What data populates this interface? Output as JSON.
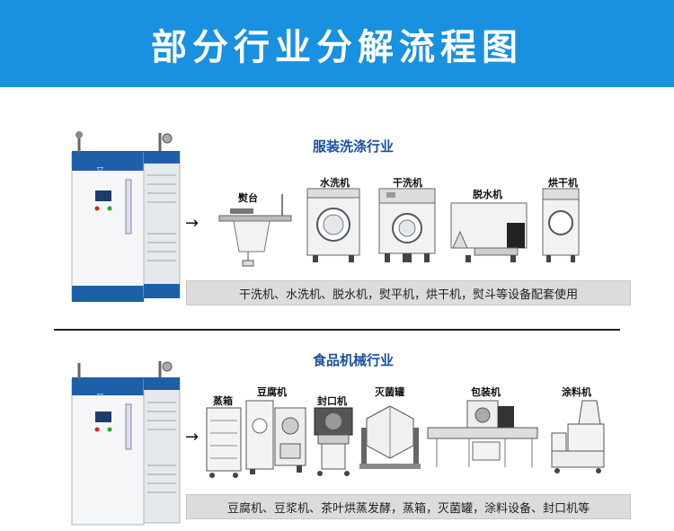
{
  "header": {
    "title": "部分行业分解流程图"
  },
  "sections": [
    {
      "title": "服装洗涤行业",
      "machines": [
        {
          "label": "熨台",
          "icon": "ironing-table-icon"
        },
        {
          "label": "水洗机",
          "icon": "washing-machine-icon"
        },
        {
          "label": "干洗机",
          "icon": "dry-cleaning-machine-icon"
        },
        {
          "label": "脱水机",
          "icon": "dehydrator-icon"
        },
        {
          "label": "烘干机",
          "icon": "dryer-icon"
        }
      ],
      "caption": "干洗机、水洗机、脱水机，熨平机，烘干机，熨斗等设备配套使用"
    },
    {
      "title": "食品机械行业",
      "machines": [
        {
          "label": "蒸箱",
          "icon": "steam-cabinet-icon"
        },
        {
          "label": "豆腐机",
          "icon": "tofu-machine-icon"
        },
        {
          "label": "封口机",
          "icon": "sealing-machine-icon"
        },
        {
          "label": "灭菌罐",
          "icon": "sterilizer-icon"
        },
        {
          "label": "包装机",
          "icon": "packaging-machine-icon"
        },
        {
          "label": "涂料机",
          "icon": "coating-machine-icon"
        }
      ],
      "caption": "豆腐机、豆浆机、茶叶烘蒸发酵，蒸箱，灭菌罐，涂料设备、封口机等"
    }
  ],
  "colors": {
    "banner": "#1a90e0",
    "section_title": "#1a4fa0",
    "boiler_blue": "#1d5fa8"
  }
}
